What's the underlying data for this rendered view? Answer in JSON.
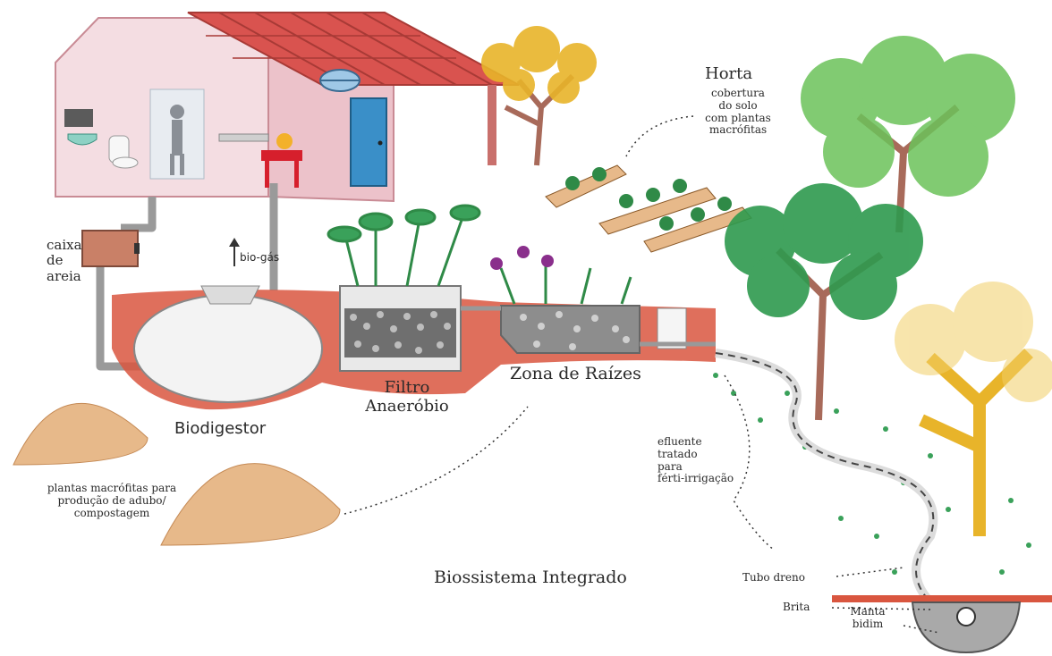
{
  "title": "Biossistema Integrado",
  "labels": {
    "caixa_de_areia": [
      "caixa",
      "de",
      "areia"
    ],
    "bio_gas": "bio-gás",
    "biodigestor": "Biodigestor",
    "filtro_anaerobio": [
      "Filtro",
      "Anaeróbio"
    ],
    "zona_de_raizes": "Zona de Raízes",
    "horta_title": "Horta",
    "horta_desc": [
      "cobertura",
      "do solo",
      "com plantas",
      "macrófitas"
    ],
    "macrofitas": [
      "plantas macrófitas para",
      "produção de adubo/",
      "compostagem"
    ],
    "efluente": [
      "efluente",
      "tratado",
      "para",
      "férti-irrigação"
    ],
    "tubo_dreno": "Tubo dreno",
    "brita": "Brita",
    "manta_bidim": [
      "Manta",
      "bidim"
    ]
  },
  "colors": {
    "soil": "#d9563f",
    "wall": "#f2d6dc",
    "roof": "#d9534f",
    "door": "#3a8fc8",
    "leaf": "#3aa15a",
    "trunk": "#a86a5a",
    "yellow": "#e8b42a",
    "straw": "#e7b98a"
  }
}
